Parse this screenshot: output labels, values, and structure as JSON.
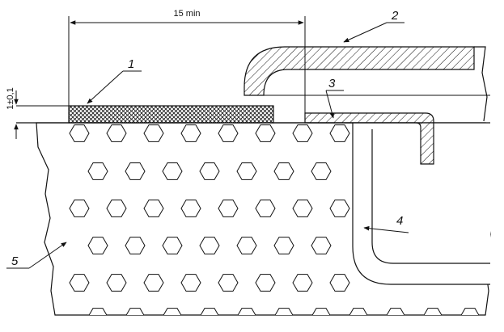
{
  "dimensions": {
    "gap_label": "15 min",
    "thickness_label": "1±0,1"
  },
  "callouts": [
    {
      "id": "1",
      "label": "1"
    },
    {
      "id": "2",
      "label": "2"
    },
    {
      "id": "3",
      "label": "3"
    },
    {
      "id": "4",
      "label": "4"
    },
    {
      "id": "5",
      "label": "5"
    }
  ],
  "colors": {
    "line": "#111111",
    "background": "#ffffff"
  }
}
